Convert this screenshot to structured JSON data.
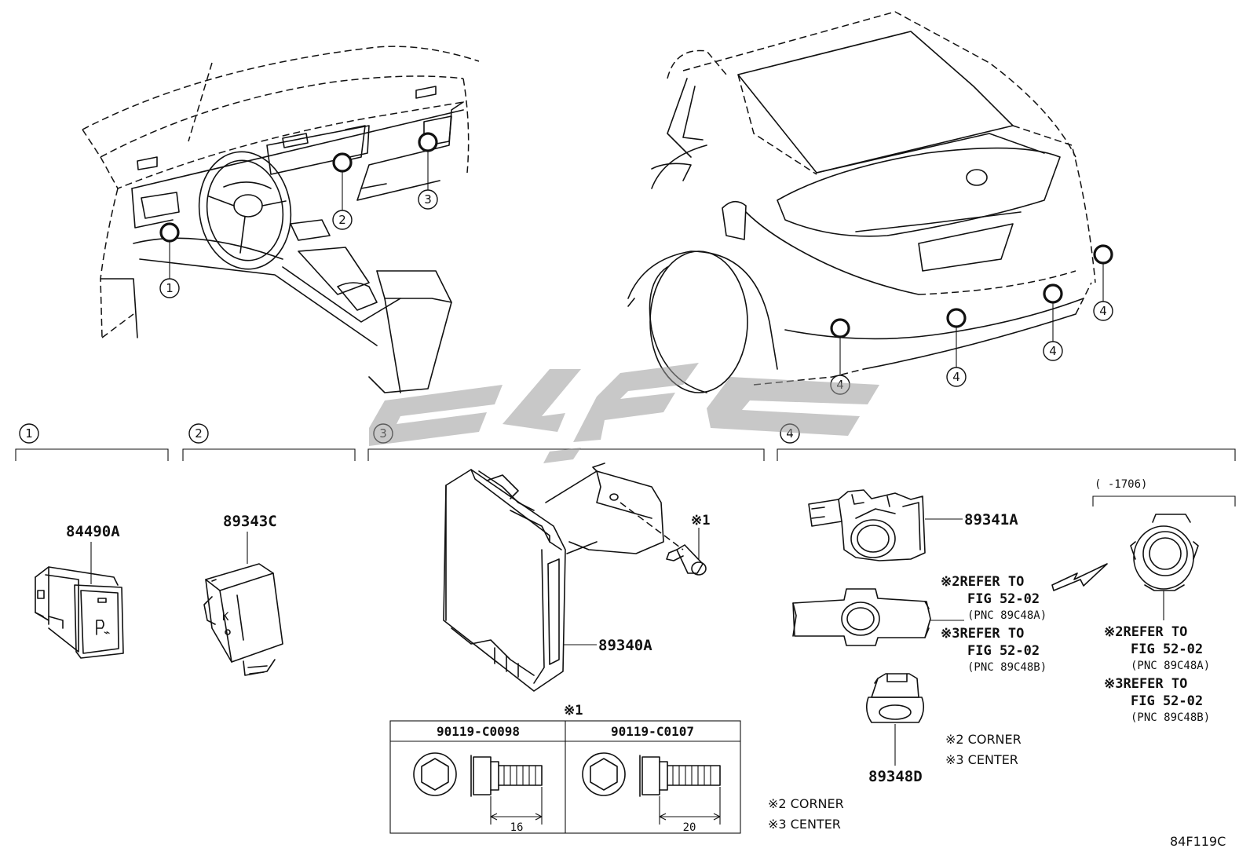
{
  "callouts": {
    "c1": "1",
    "c2": "2",
    "c3": "3",
    "c4": "4"
  },
  "parts": {
    "p84490A": "84490A",
    "p89343C": "89343C",
    "p89340A": "89340A",
    "p89341A": "89341A",
    "p89348D": "89348D"
  },
  "bolt_note": "※1",
  "refer_notes": {
    "r1_line1": "※2REFER TO",
    "r1_line2": "FIG 52-02",
    "r1_line3": "(PNC 89C48A)",
    "r2_line1": "※3REFER TO",
    "r2_line2": "FIG 52-02",
    "r2_line3": "(PNC 89C48B)"
  },
  "variant_range": "(      -1706)",
  "sensor_notes": {
    "corner": "※2 CORNER",
    "center": "※3 CENTER"
  },
  "bolt_table": {
    "note": "※1",
    "col1_part": "90119-C0098",
    "col1_length": "16",
    "col2_part": "90119-C0107",
    "col2_length": "20"
  },
  "figure_code": "84F119C",
  "watermark_color": "#9a9a9a"
}
